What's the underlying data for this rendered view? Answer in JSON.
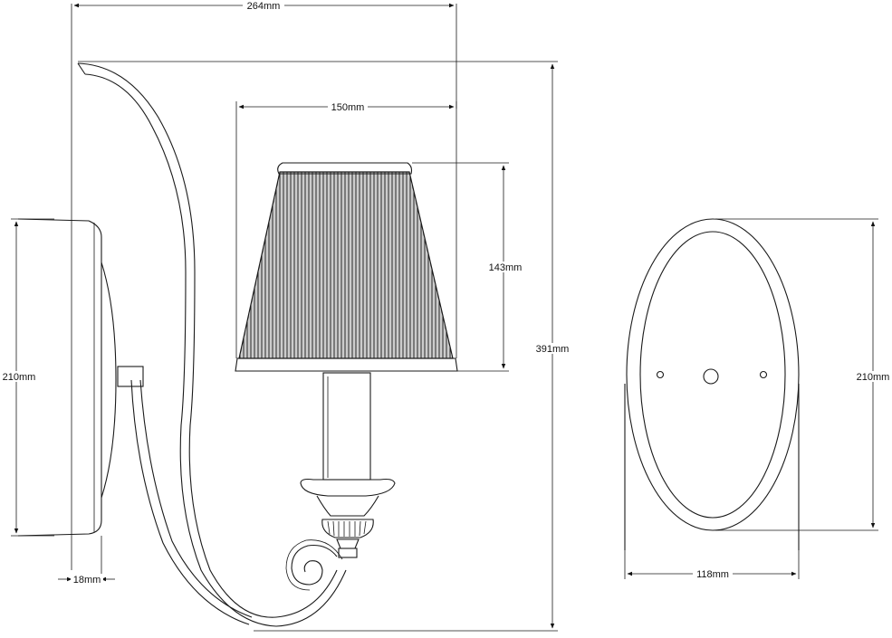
{
  "dimensions": {
    "overall_width": "264mm",
    "shade_width": "150mm",
    "shade_height": "143mm",
    "overall_height": "391mm",
    "backplate_height_side": "210mm",
    "backplate_height_front": "210mm",
    "backplate_depth": "18mm",
    "backplate_width": "118mm"
  },
  "colors": {
    "line": "#1a1a1a",
    "background": "#ffffff"
  }
}
